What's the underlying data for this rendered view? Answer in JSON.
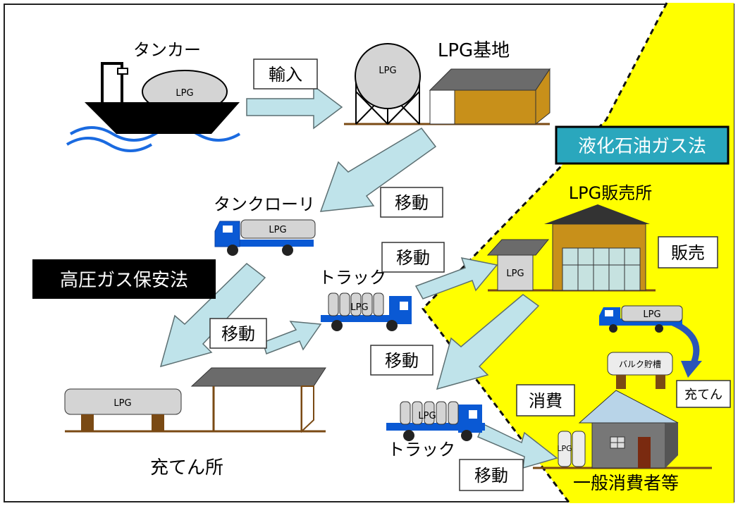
{
  "labels": {
    "tanker": "タンカー",
    "lpg_base": "LPG基地",
    "tank_lorry": "タンクローリ",
    "truck_mid": "トラック",
    "truck_bottom": "トラック",
    "filling_station": "充てん所",
    "lpg_shop": "LPG販売所",
    "consumers": "一般消費者等",
    "bulk_tank": "バルク貯槽",
    "lpg": "LPG"
  },
  "arrow_labels": {
    "import": "輸入",
    "move1": "移動",
    "move2": "移動",
    "move3": "移動",
    "move4": "移動",
    "move5": "移動",
    "sales": "販売",
    "consumption": "消費",
    "fill": "充てん"
  },
  "laws": {
    "high_pressure_gas": "高圧ガス保安法",
    "lp_gas": "液化石油ガス法"
  },
  "colors": {
    "yellow_zone": "#ffff00",
    "arrow_fill": "#bfe3ea",
    "truck_blue": "#0a59d4",
    "building_brown": "#c8901a",
    "roof_gray": "#6b6b6b",
    "tank_gray": "#d4d4d4",
    "wood_brown": "#7a4a14",
    "law_box_dark": "#000000",
    "law_box_blue": "#2aa7bd"
  }
}
